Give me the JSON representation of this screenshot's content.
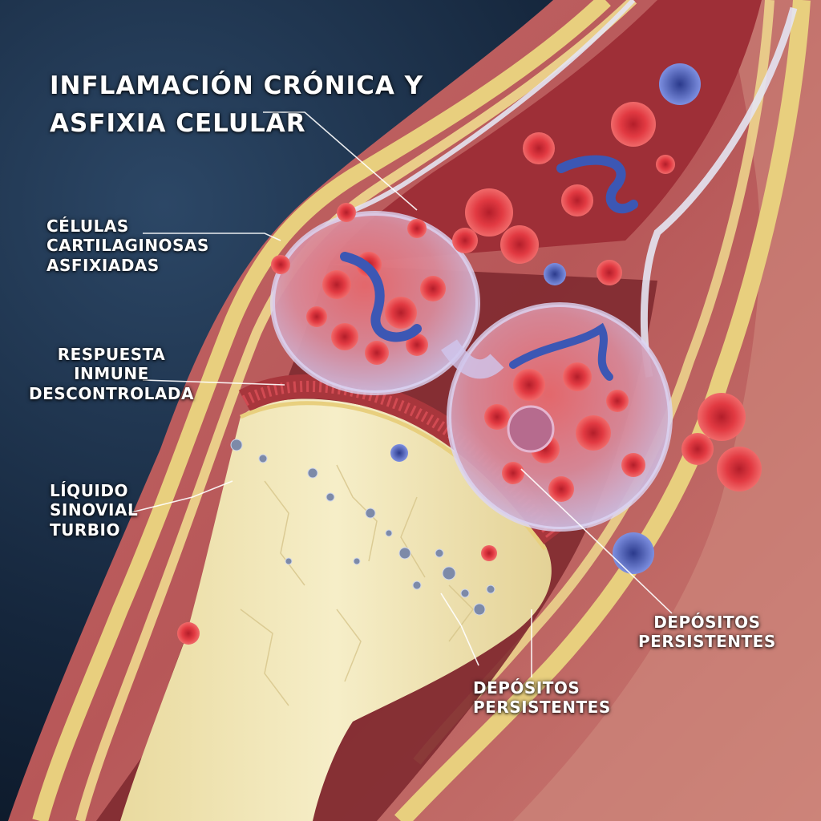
{
  "title": {
    "line1": "INFLAMACIÓN CRÓNICA Y",
    "line2": "ASFIXIA CELULAR"
  },
  "labels": {
    "cartilage": [
      "CÉLULAS",
      "CARTILAGINOSAS",
      "ASFIXIADAS"
    ],
    "immune": [
      "RESPUESTA",
      "INMUNE",
      "DESCONTROLADA"
    ],
    "synovial": [
      "LÍQUIDO",
      "SINOVIAL",
      "TURBIO"
    ],
    "deposits_right": [
      "DEPÓSITOS",
      "PERSISTENTES"
    ],
    "deposits_bottom": [
      "DEPÓSITOS",
      "PERSISTENTES"
    ]
  },
  "colors": {
    "background": "#0f1f33",
    "tissue": "#b8585a",
    "fat_layer": "#e8cf7e",
    "bone": "#f1e6b6",
    "blood_cell": "#e0343d",
    "capsule": "#c9bfe6",
    "immune_cell": "#3d54b8",
    "label_text": "#ffffff"
  }
}
